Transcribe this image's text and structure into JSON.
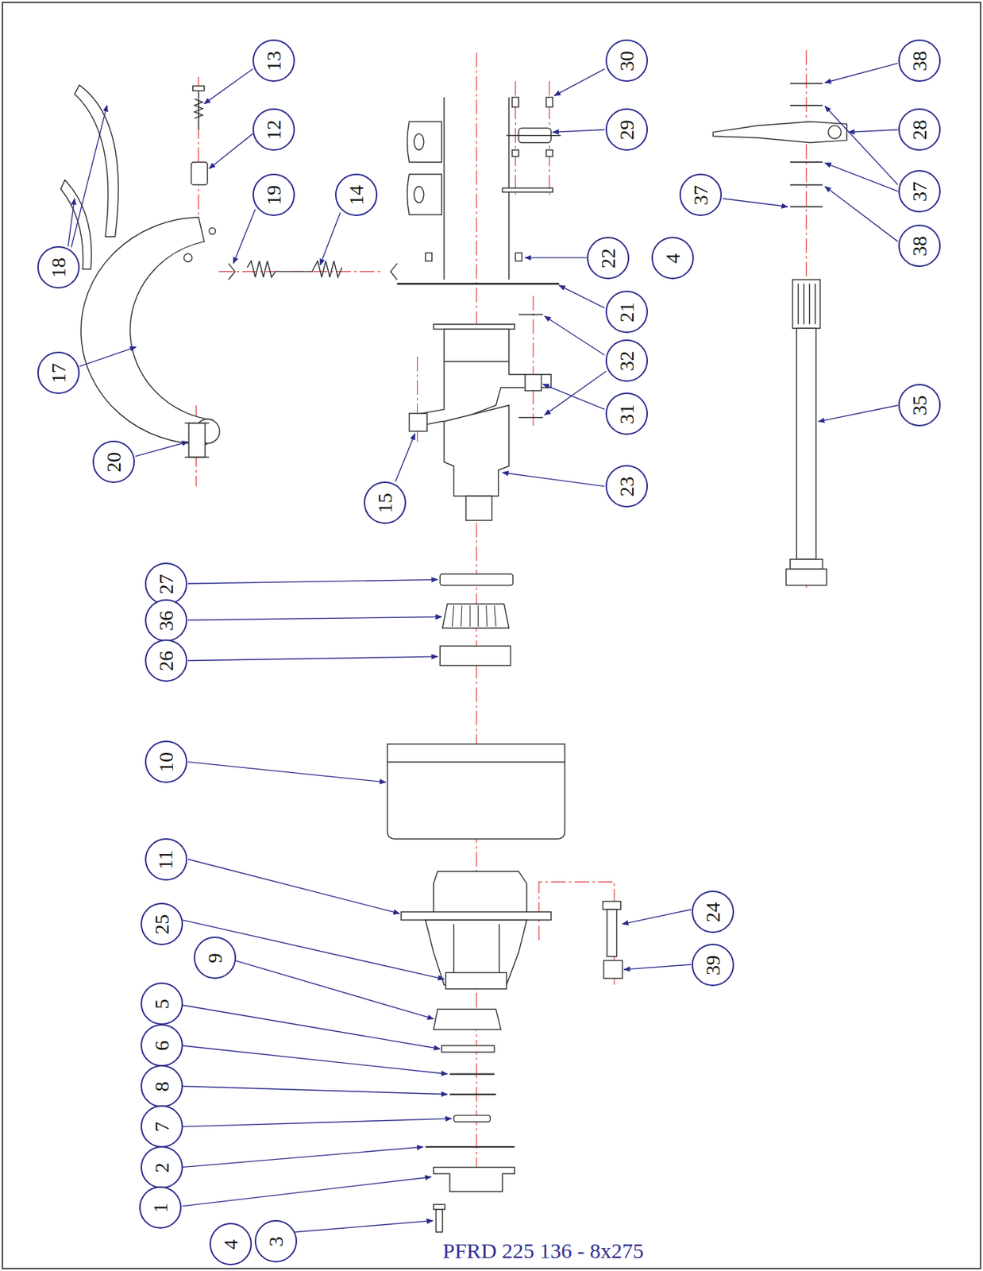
{
  "diagram": {
    "caption": "PFRD 225 136 - 8x275",
    "nodes": [
      {
        "text": [
          "13"
        ]
      },
      {
        "text": [
          "12"
        ]
      },
      {
        "text": [
          "19"
        ]
      },
      {
        "text": [
          "14"
        ]
      },
      {
        "text": [
          "18"
        ]
      },
      {
        "text": [
          "17"
        ]
      },
      {
        "text": [
          "20"
        ]
      },
      {
        "text": [
          "30"
        ]
      },
      {
        "text": [
          "29"
        ]
      },
      {
        "text": [
          "22"
        ]
      },
      {
        "text": [
          "4"
        ]
      },
      {
        "text": [
          "21"
        ]
      },
      {
        "text": [
          "32"
        ]
      },
      {
        "text": [
          "31"
        ]
      },
      {
        "text": [
          "23"
        ]
      },
      {
        "text": [
          "15"
        ]
      },
      {
        "text": [
          "38"
        ]
      },
      {
        "text": [
          "28"
        ]
      },
      {
        "text": [
          "37"
        ]
      },
      {
        "text": [
          "37"
        ]
      },
      {
        "text": [
          "38"
        ]
      },
      {
        "text": [
          "35"
        ]
      },
      {
        "text": [
          "27"
        ]
      },
      {
        "text": [
          "36"
        ]
      },
      {
        "text": [
          "26"
        ]
      },
      {
        "text": [
          "10"
        ]
      },
      {
        "text": [
          "11"
        ]
      },
      {
        "text": [
          "24"
        ]
      },
      {
        "text": [
          "39"
        ]
      },
      {
        "text": [
          "25"
        ]
      },
      {
        "text": [
          "9"
        ]
      },
      {
        "text": [
          "5"
        ]
      },
      {
        "text": [
          "6"
        ]
      },
      {
        "text": [
          "8"
        ]
      },
      {
        "text": [
          "7"
        ]
      },
      {
        "text": [
          "2"
        ]
      },
      {
        "text": [
          "1"
        ]
      },
      {
        "text": [
          "4"
        ]
      },
      {
        "text": [
          "3"
        ]
      }
    ],
    "edges": []
  }
}
